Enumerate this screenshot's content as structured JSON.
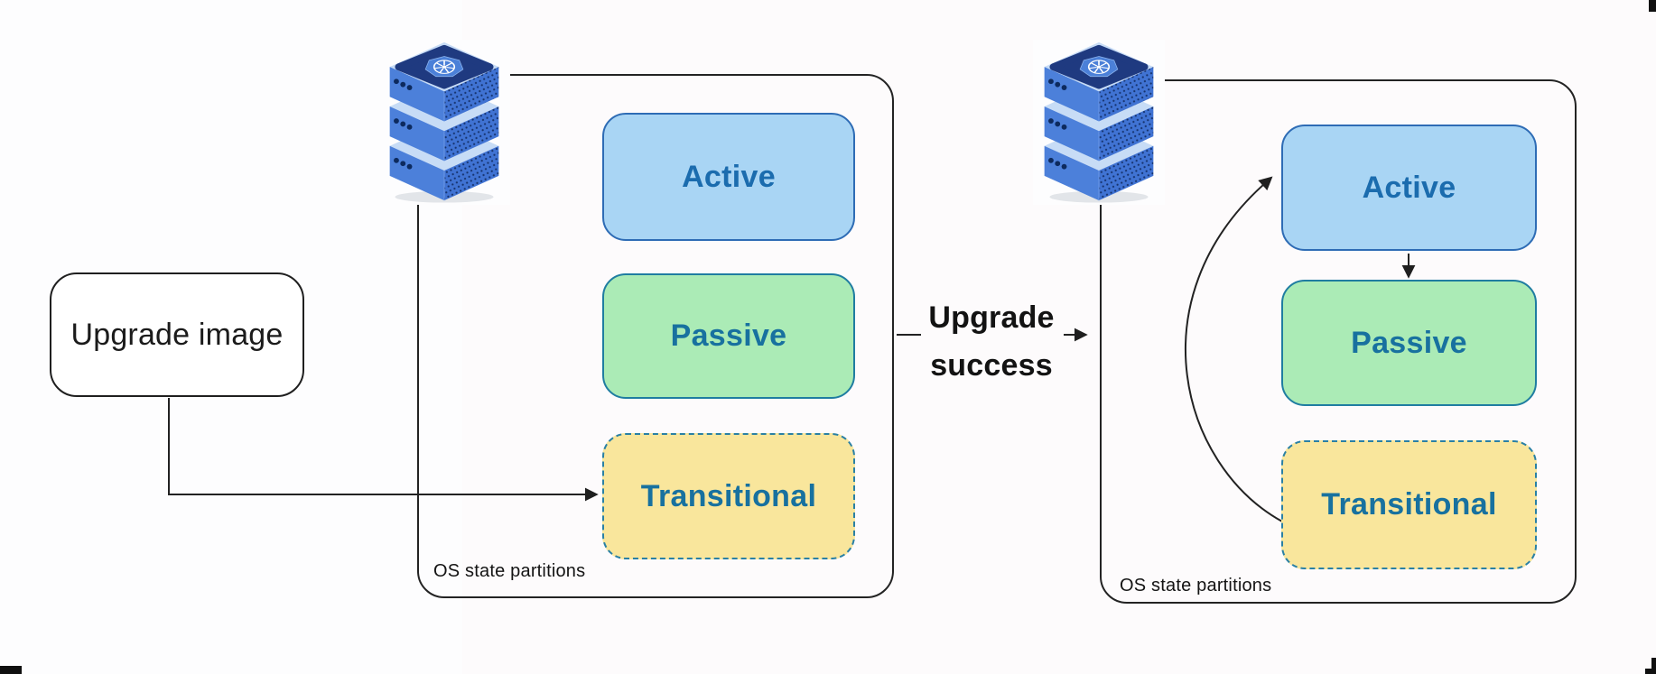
{
  "diagram": {
    "source": {
      "label": "Upgrade image"
    },
    "transition_arrow": {
      "label": "Upgrade\nsuccess"
    },
    "before": {
      "caption": "OS state partitions",
      "partitions": [
        {
          "name": "active",
          "label": "Active"
        },
        {
          "name": "passive",
          "label": "Passive"
        },
        {
          "name": "transitional",
          "label": "Transitional"
        }
      ]
    },
    "after": {
      "caption": "OS state partitions",
      "partitions": [
        {
          "name": "active",
          "label": "Active"
        },
        {
          "name": "passive",
          "label": "Passive"
        },
        {
          "name": "transitional",
          "label": "Transitional"
        }
      ]
    },
    "icons": {
      "server": "kubernetes-server-stack"
    },
    "colors": {
      "active_fill": "#a9d5f4",
      "active_border": "#2e6cb5",
      "passive_fill": "#abebb6",
      "passive_border": "#1f7da1",
      "transitional_fill": "#f9e69c",
      "transitional_border": "#2a80a4",
      "partition_text": "#1970a6",
      "outline": "#1f1f1f",
      "server_blue": "#4c80da",
      "server_navy": "#1f3a80",
      "background": "#fdfdfe"
    }
  }
}
